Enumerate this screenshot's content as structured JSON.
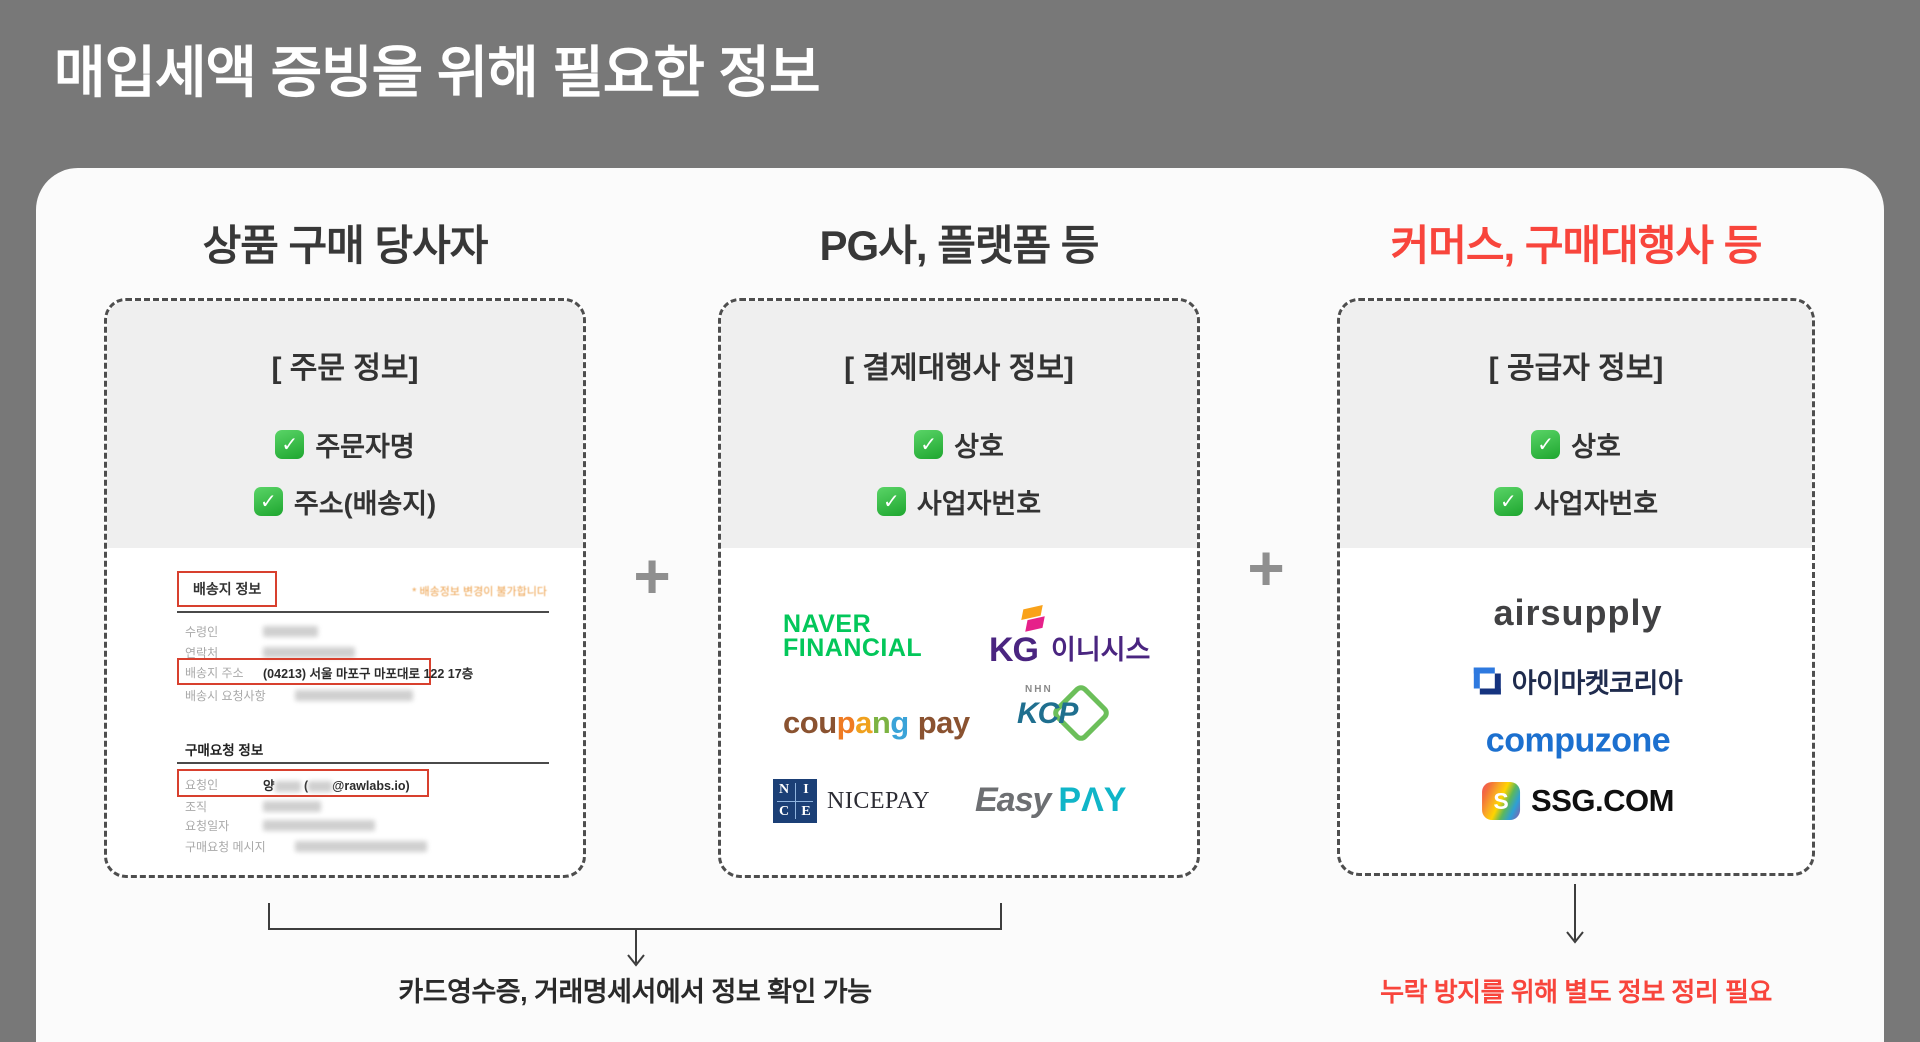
{
  "title": "매입세액 증빙을 위해 필요한 정보",
  "icons": {
    "check": "✓",
    "plus": "+"
  },
  "colors": {
    "background_gray": "#787878",
    "accent_red": "#f8453c",
    "check_green": "#2eb136",
    "highlight_box_red": "#d8402e",
    "naver_green": "#03c75a",
    "inicis_purple": "#4a2580",
    "kcp_blue": "#2b66b0",
    "kcp_green": "#3aa04f",
    "nicepay_navy": "#1b3f76",
    "easypay_teal": "#10b5c8",
    "imarket_blue": "#2e79df",
    "compuzone_blue": "#1c70cf"
  },
  "columns": {
    "buyer": {
      "header": "상품 구매 당사자",
      "box_title": "[ 주문 정보]",
      "items": [
        "주문자명",
        "주소(배송지)"
      ],
      "form": {
        "shipping_section": "배송지 정보",
        "shipping_note": "* 배송정보 변경이 불가합니다",
        "rows1": [
          {
            "label": "수령인",
            "value_blurred": true
          },
          {
            "label": "연락처",
            "value_blurred": true
          },
          {
            "label": "배송지 주소",
            "value": "(04213) 서울 마포구 마포대로 122 17층",
            "highlighted": true
          },
          {
            "label": "배송시 요청사항",
            "value_blurred": true
          }
        ],
        "request_section": "구매요청 정보",
        "rows2": [
          {
            "label": "요청인",
            "parts": {
              "p1": "양",
              "p2": "(",
              "p3": "@rawlabs.io)"
            },
            "highlighted": true
          },
          {
            "label": "조직",
            "value_blurred": true
          },
          {
            "label": "요청일자",
            "value_blurred": true
          },
          {
            "label": "구매요청 메시지",
            "value_blurred": true
          }
        ]
      }
    },
    "pg": {
      "header": "PG사, 플랫폼 등",
      "box_title": "[ 결제대행사 정보]",
      "items": [
        "상호",
        "사업자번호"
      ],
      "logos": {
        "naver": {
          "line1": "NAVER",
          "line2": "FINANCIAL"
        },
        "kg_inicis": {
          "kg": "KG",
          "name": "이니시스"
        },
        "coupang": {
          "letters": [
            "c",
            "o",
            "u",
            "p",
            "a",
            "n",
            "g"
          ],
          "pay": "pay"
        },
        "nhn_kcp": {
          "nhn": "NHN",
          "kcp": "KCP"
        },
        "nicepay": {
          "grid": [
            "N",
            "I",
            "C",
            "E"
          ],
          "wordmark": "NICEPAY"
        },
        "easypay": {
          "easy": "Easy",
          "pay": "PΛY"
        }
      }
    },
    "commerce": {
      "header": "커머스, 구매대행사 등",
      "box_title": "[ 공급자 정보]",
      "items": [
        "상호",
        "사업자번호"
      ],
      "logos": {
        "airsupply": "airsupply",
        "imarketkorea": "아이마켓코리아",
        "compuzone": "compuzone",
        "ssg": {
          "icon_letter": "S",
          "text": "SSG.COM"
        }
      }
    }
  },
  "footer": {
    "left_note": "카드영수증, 거래명세서에서 정보 확인 가능",
    "right_note": "누락 방지를 위해 별도 정보 정리 필요"
  }
}
